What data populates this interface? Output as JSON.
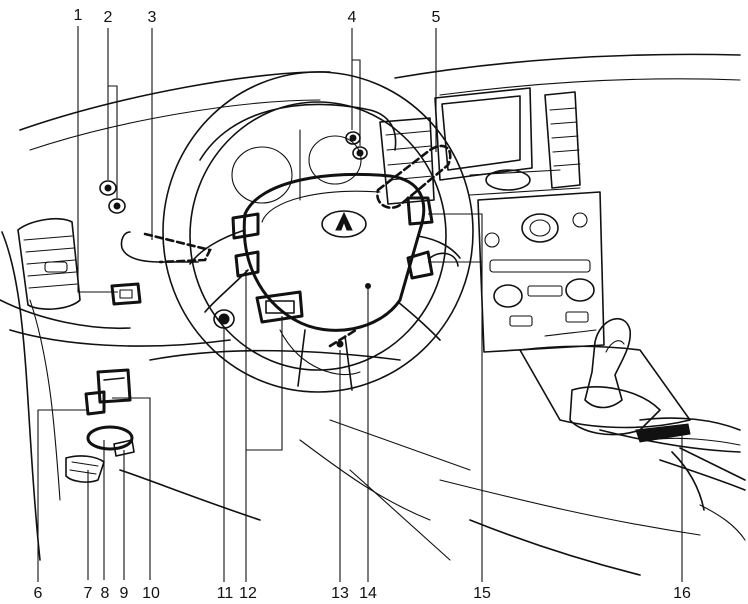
{
  "callouts": {
    "n1": "1",
    "n2": "2",
    "n3": "3",
    "n4": "4",
    "n5": "5",
    "n6": "6",
    "n7": "7",
    "n8": "8",
    "n9": "9",
    "n10": "10",
    "n11": "11",
    "n12": "12",
    "n13": "13",
    "n14": "14",
    "n15": "15",
    "n16": "16"
  }
}
